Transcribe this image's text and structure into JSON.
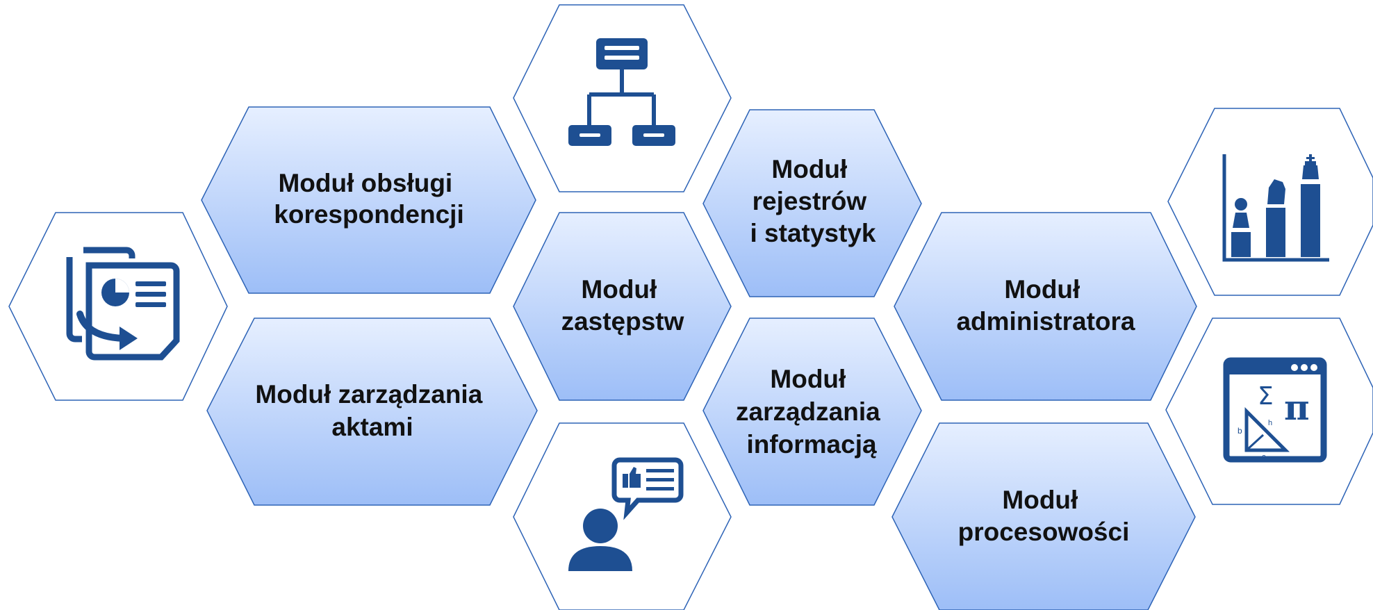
{
  "colors": {
    "hex_fill_top": "#e6efff",
    "hex_fill_bottom": "#9dbef7",
    "hex_stroke": "#2d63b6",
    "icon": "#1e4f92",
    "text": "#111111"
  },
  "modules": [
    {
      "id": "korespondencja",
      "lines": [
        "Moduł obsługi",
        "korespondencji"
      ]
    },
    {
      "id": "akta",
      "lines": [
        "Moduł zarządzania",
        "aktami"
      ]
    },
    {
      "id": "zastepstwa",
      "lines": [
        "Moduł",
        "zastępstw"
      ]
    },
    {
      "id": "rejestry",
      "lines": [
        "Moduł",
        "rejestrów",
        "i statystyk"
      ]
    },
    {
      "id": "informacja",
      "lines": [
        "Moduł",
        "zarządzania",
        "informacją"
      ]
    },
    {
      "id": "administrator",
      "lines": [
        "Moduł",
        "administratora"
      ]
    },
    {
      "id": "procesowosc",
      "lines": [
        "Moduł",
        "procesowości"
      ]
    }
  ],
  "icons": {
    "documents": {
      "name": "documents-transfer-icon"
    },
    "hierarchy": {
      "name": "org-chart-icon"
    },
    "feedback": {
      "name": "user-feedback-icon"
    },
    "chess": {
      "name": "chess-chart-icon"
    },
    "math": {
      "name": "math-window-icon",
      "labels": {
        "b": "b",
        "h": "h",
        "a": "a",
        "pi": "π",
        "sigma": "Σ"
      }
    }
  }
}
